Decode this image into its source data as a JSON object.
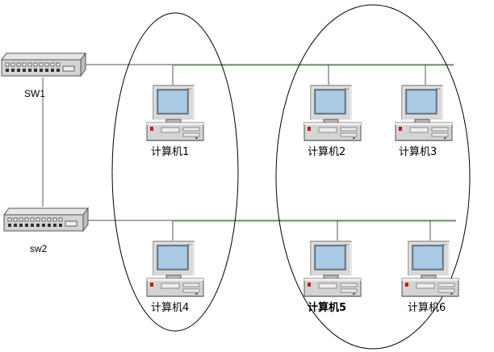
{
  "switches": [
    {
      "id": "sw1",
      "label": "SW1"
    },
    {
      "id": "sw2",
      "label": "sw2"
    }
  ],
  "computers": [
    {
      "id": "pc1",
      "label": "计算机1",
      "bold": false
    },
    {
      "id": "pc2",
      "label": "计算机2",
      "bold": false
    },
    {
      "id": "pc3",
      "label": "计算机3",
      "bold": false
    },
    {
      "id": "pc4",
      "label": "计算机4",
      "bold": false
    },
    {
      "id": "pc5",
      "label": "计算机5",
      "bold": true
    },
    {
      "id": "pc6",
      "label": "计算机6",
      "bold": false
    }
  ],
  "colors": {
    "line": "#555555",
    "line_accent": "#7cc47c",
    "screen": "#8fb8d8",
    "case": "#d4d4d4",
    "case_dark": "#8a8a8a",
    "led_red": "#d01010",
    "led_green": "#10a010"
  }
}
